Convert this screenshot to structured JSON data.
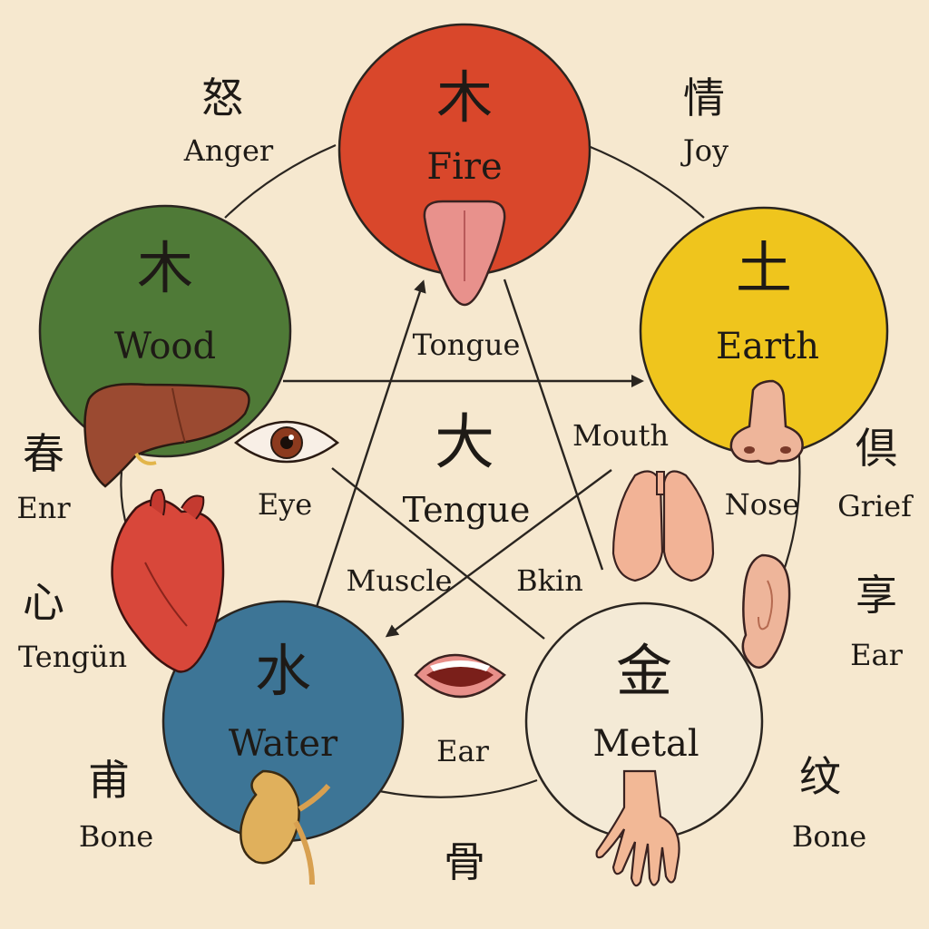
{
  "colors": {
    "background": "#f6e8cf",
    "fire": "#d9472b",
    "wood": "#4f7a37",
    "earth": "#efc51d",
    "water": "#3d7596",
    "metal": "#f4ead6",
    "line": "#2a2520"
  },
  "elements": {
    "fire": {
      "symbol": "木",
      "name": "Fire",
      "organ_icon": "tongue-icon",
      "organ_label": "Tongue"
    },
    "wood": {
      "symbol": "木",
      "name": "Wood",
      "organ_icon": "liver-icon"
    },
    "earth": {
      "symbol": "土",
      "name": "Earth",
      "organ_icon": "nose-icon"
    },
    "water": {
      "symbol": "水",
      "name": "Water",
      "organ_icon": "kidney-icon"
    },
    "metal": {
      "symbol": "金",
      "name": "Metal",
      "organ_icon": "hand-icon"
    }
  },
  "center": {
    "symbol": "大",
    "label": "Tengue"
  },
  "emotions": {
    "anger": {
      "cjk": "怒",
      "en": "Anger"
    },
    "joy": {
      "cjk": "情",
      "en": "Joy"
    },
    "spring": {
      "cjk": "春",
      "en": "Enr"
    },
    "grief": {
      "cjk": "倶",
      "en": "Grief"
    },
    "heart": {
      "cjk": "心",
      "en": "Tengün",
      "icon": "heart-icon"
    },
    "ear": {
      "cjk": "享",
      "en": "Ear",
      "icon": "ear-icon"
    },
    "bone_left": {
      "cjk": "甫",
      "en": "Bone"
    },
    "bone_right": {
      "cjk": "纹",
      "en": "Bone"
    },
    "bottom": {
      "cjk": "骨"
    }
  },
  "senses": {
    "mouth": {
      "label": "Mouth",
      "icon": "lungs-icon"
    },
    "eye": {
      "label": "Eye",
      "icon": "eye-icon"
    },
    "nose": {
      "label": "Nose"
    },
    "muscle": {
      "label": "Muscle"
    },
    "skin": {
      "label": "Bkin"
    },
    "ear_mid": {
      "label": "Ear",
      "icon": "mouth-icon"
    }
  }
}
